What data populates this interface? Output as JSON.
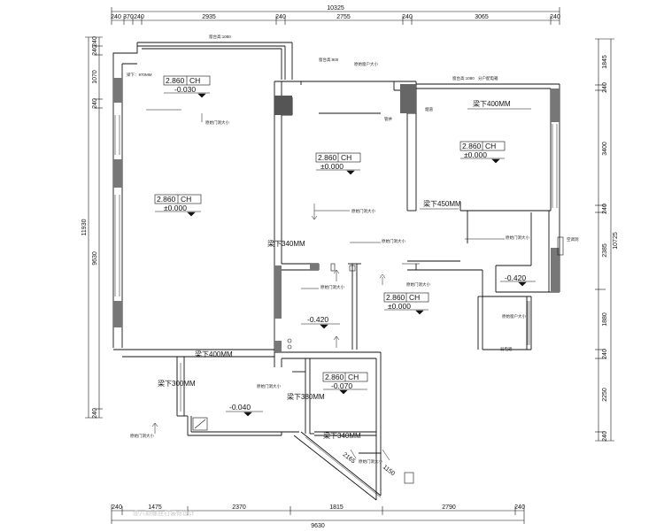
{
  "dimensions": {
    "top": [
      "240",
      "370",
      "240",
      "2935",
      "240",
      "2755",
      "240",
      "3065",
      "240"
    ],
    "top_total": "10325",
    "bottom": [
      "240",
      "1475",
      "2370",
      "1815",
      "2790",
      "240"
    ],
    "bottom_total": "9630",
    "left": [
      "240",
      "240",
      "1070",
      "240",
      "9630",
      "240"
    ],
    "left_total": "11930",
    "right": [
      "1845",
      "240",
      "3400",
      "240",
      "2385",
      "1880",
      "240",
      "2250",
      "240"
    ],
    "right_total": "10725",
    "diagonal": [
      "2165",
      "1150"
    ]
  },
  "ceiling_tags": [
    {
      "height": "2.860",
      "code": "CH",
      "floor": "-0.030"
    },
    {
      "height": "2.860",
      "code": "CH",
      "floor": "±0.000"
    },
    {
      "height": "2.860",
      "code": "CH",
      "floor": "±0.000"
    },
    {
      "height": "2.860",
      "code": "CH",
      "floor": "±0.000"
    },
    {
      "height": "2.860",
      "code": "CH",
      "floor": "±0.000"
    },
    {
      "height": "2.860",
      "code": "CH",
      "floor": "-0.070"
    }
  ],
  "floor_levels": [
    "-0.420",
    "-0.420",
    "-0.040"
  ],
  "beams": [
    "梁下400MM",
    "梁下450MM",
    "梁下340MM",
    "梁下400MM",
    "梁下300MM",
    "梁下380MM",
    "梁下340MM"
  ],
  "notes": [
    "梁下：970MM",
    "原始门洞大小",
    "原始门洞大小",
    "原始门洞大小",
    "原始门洞大小",
    "原始门洞大小",
    "原始门洞大小",
    "原始门洞大小",
    "原始门洞大小",
    "原始门洞大小",
    "原始窗户大小",
    "原始窗户大小",
    "窗台高:1080",
    "窗台高:1080",
    "窗台高:900",
    "管井",
    "烟道",
    "分户配电箱",
    "弱电箱",
    "空调洞"
  ],
  "watermark": "@八颗螺丝钉装修设计"
}
